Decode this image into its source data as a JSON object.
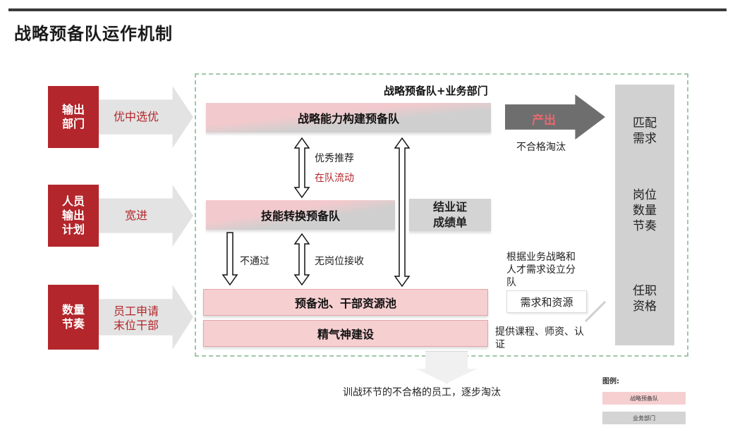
{
  "title": "战略预备队运作机制",
  "sources": [
    {
      "label": "输出\n部门",
      "arrow": "优中选优"
    },
    {
      "label": "人员\n输出\n计划",
      "arrow": "宽进"
    },
    {
      "label": "数量\n节奏",
      "arrow": "员工申请\n末位干部"
    }
  ],
  "top_note": "战略预备队+业务部门",
  "teams": {
    "strategy": "战略能力构建预备队",
    "skill": "技能转换预备队",
    "pool": "预备池、干部资源池",
    "spirit": "精气神建设"
  },
  "certificate": "结业证\n成绩单",
  "flows": {
    "recommend": "优秀推荐",
    "flow_in_team": "在队流动",
    "not_pass": "不通过",
    "no_post": "无岗位接收"
  },
  "output": {
    "label": "产出",
    "eliminate": "不合格淘汰"
  },
  "right_column": {
    "match": "匹配\n需求",
    "post": "岗位\n数量\n节奏",
    "qualify": "任职\n资格"
  },
  "notes": {
    "set_team": "根据业务战略和\n人才需求设立分\n队",
    "demand": "需求和资源",
    "provide": "提供课程、师资、认\n证"
  },
  "bottom_note": "训战环节的不合格的员工，逐步淘汰",
  "legend": {
    "title": "图例:",
    "items": [
      "战略预备队",
      "业务部门"
    ],
    "colors": [
      "#f6cfd1",
      "#d4d4d4"
    ]
  },
  "colors": {
    "accent": "#b3262b",
    "dashed": "#9fc7a6"
  }
}
